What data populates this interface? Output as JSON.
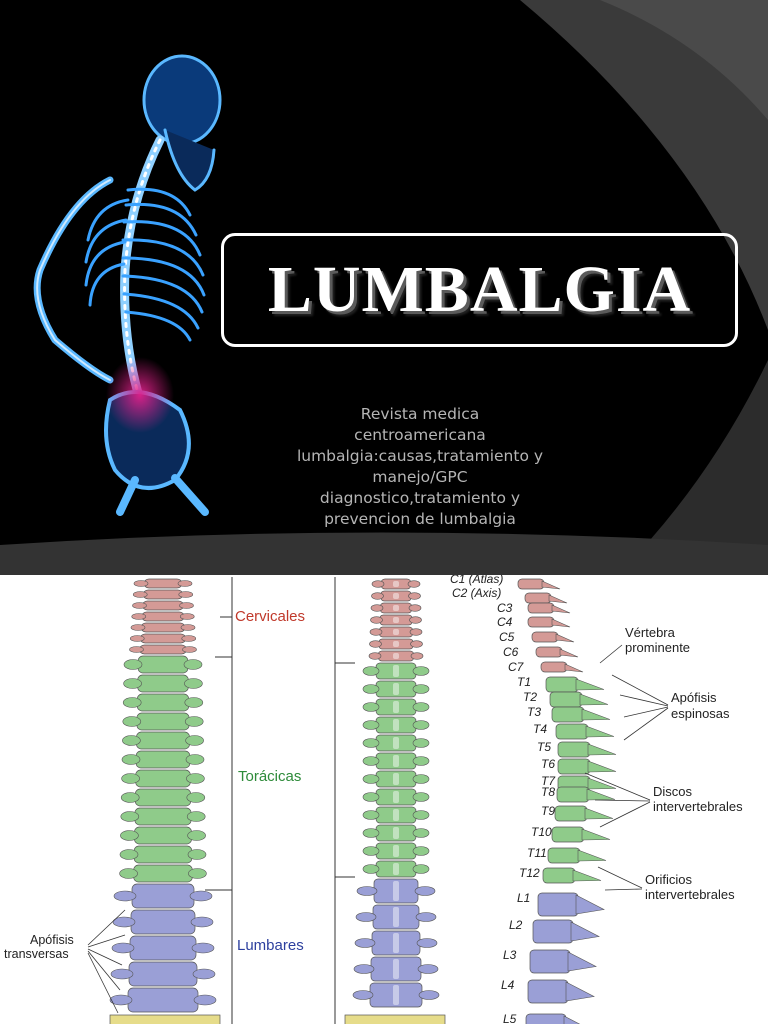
{
  "slide": {
    "title": "LUMBALGIA",
    "subtitle_lines": [
      "Revista medica",
      "centroamericana",
      "lumbalgia:causas,tratamiento y",
      "manejo/GPC",
      "diagnostico,tratamiento y",
      "prevencion de lumbalgia"
    ]
  },
  "anatomy": {
    "regions": {
      "cervical": "Cervicales",
      "thoracic": "Torácicas",
      "lumbar": "Lumbares"
    },
    "left_label": [
      "Apófisis",
      "transversas"
    ],
    "vertebrae": [
      "C1 (Atlas)",
      "C2 (Axis)",
      "C3",
      "C4",
      "C5",
      "C6",
      "C7",
      "T1",
      "T2",
      "T3",
      "T4",
      "T5",
      "T6",
      "T7",
      "T8",
      "T9",
      "T10",
      "T11",
      "T12",
      "L1",
      "L2",
      "L3",
      "L4",
      "L5"
    ],
    "right_labels": {
      "vertebra_prominente": [
        "Vértebra",
        "prominente"
      ],
      "apofisis_espinosas": [
        "Apófisis",
        "espinosas"
      ],
      "discos": [
        "Discos",
        "intervertebrales"
      ],
      "orificios": [
        "Orificios",
        "intervertebrales"
      ]
    }
  },
  "colors": {
    "slide_bg": "#000000",
    "xray_blue": "#2a8fe8",
    "pain_magenta": "#e0208a",
    "cervical": "#d49a96",
    "thoracic": "#8fcb8a",
    "lumbar": "#9a9fd6",
    "sacrum": "#e6dc8a",
    "label_red": "#c0392b",
    "label_green": "#2e8b3a",
    "label_blue": "#2c3f9e"
  }
}
